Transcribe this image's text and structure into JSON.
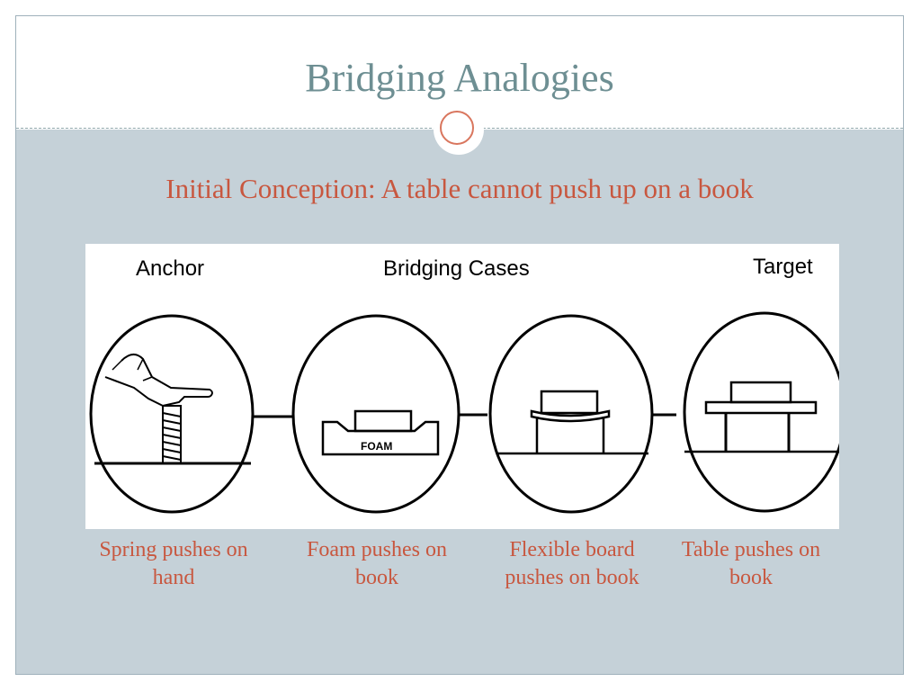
{
  "slide": {
    "title": "Bridging Analogies",
    "subtitle": "Initial Conception: A table cannot push up on a book"
  },
  "figure": {
    "header_anchor": "Anchor",
    "header_bridging": "Bridging Cases",
    "header_target": "Target",
    "foam_label": "FOAM"
  },
  "captions": [
    "Spring pushes on hand",
    "Foam pushes on book",
    "Flexible board pushes on book",
    "Table pushes on book"
  ],
  "colors": {
    "title": "#6e8f93",
    "accent": "#c8573f",
    "panel": "#c5d1d8"
  }
}
